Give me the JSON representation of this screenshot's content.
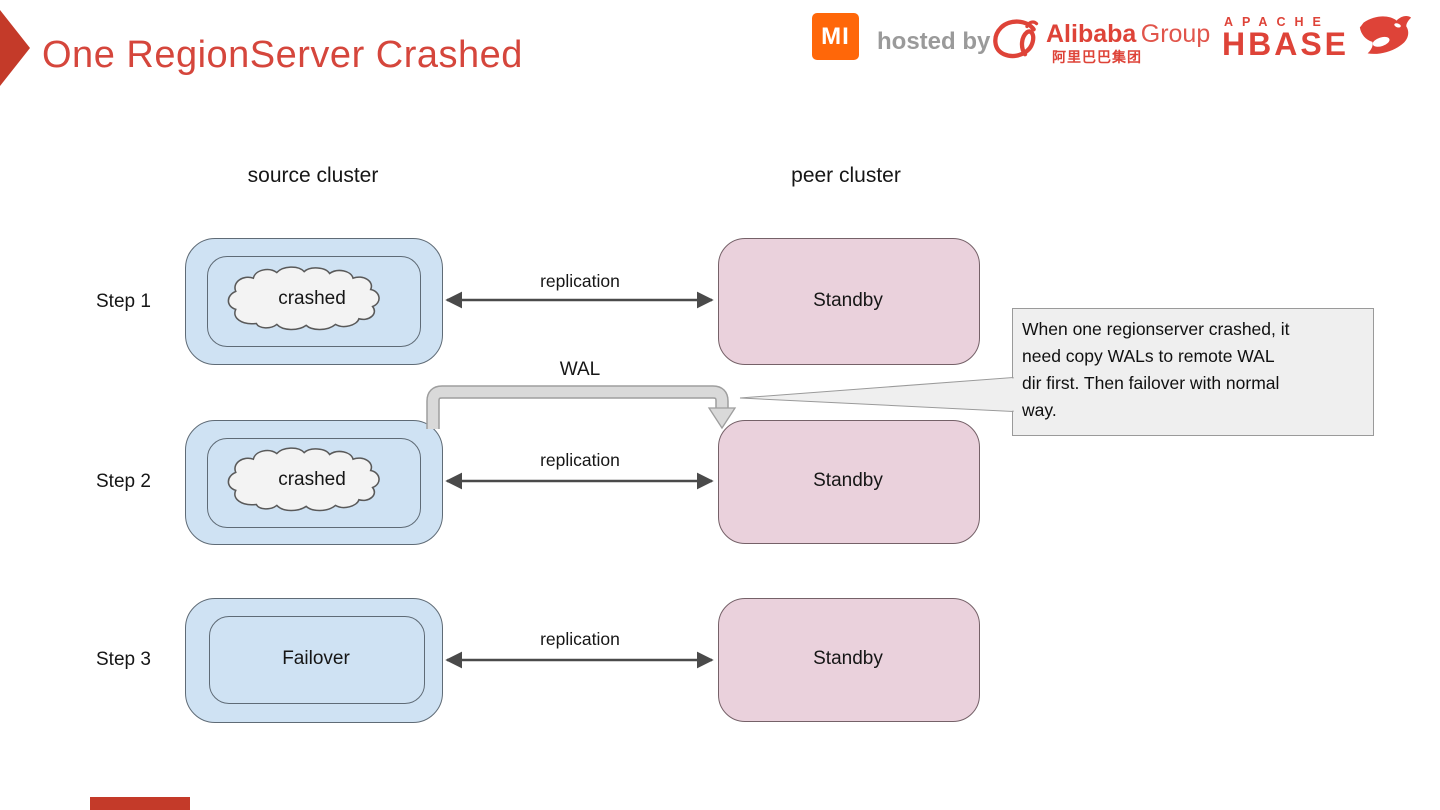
{
  "slide": {
    "title": "One RegionServer Crashed"
  },
  "header": {
    "xiaomi_logo_text": "MI",
    "hosted_by": "hosted by",
    "alibaba_wordmark": "Alibaba",
    "alibaba_group": "Group",
    "alibaba_chinese": "阿里巴巴集团",
    "apache_label": "APACHE",
    "hbase_wordmark": "HBASE"
  },
  "diagram": {
    "source_header": "source cluster",
    "peer_header": "peer cluster",
    "wal_label": "WAL",
    "steps": [
      {
        "label": "Step 1",
        "source": "crashed",
        "link": "replication",
        "peer": "Standby"
      },
      {
        "label": "Step 2",
        "source": "crashed",
        "link": "replication",
        "peer": "Standby"
      },
      {
        "label": "Step 3",
        "source": "Failover",
        "link": "replication",
        "peer": "Standby"
      }
    ],
    "callout_lines": [
      "When one regionserver crashed, it",
      "need copy WALs to remote WAL",
      "dir first. Then failover with normal",
      "way."
    ]
  },
  "colors": {
    "title_red": "#d5463c",
    "chevron_red": "#c43a29",
    "logo_red": "#de4338",
    "xiaomi_orange": "#ff6709",
    "hosted_by_gray": "#9a9a9a",
    "box_blue": "#cfe2f3",
    "box_blue_border": "#5f6b76",
    "box_pink": "#ead1dc",
    "box_pink_border": "#756168",
    "cloud_fill": "#f3f3f3",
    "cloud_border": "#595959",
    "arrow_gray": "#4a4a4a",
    "wal_fill": "#d9d9d9",
    "wal_border": "#9e9e9e",
    "callout_fill": "#efefef",
    "callout_border": "#9a9a9a"
  }
}
